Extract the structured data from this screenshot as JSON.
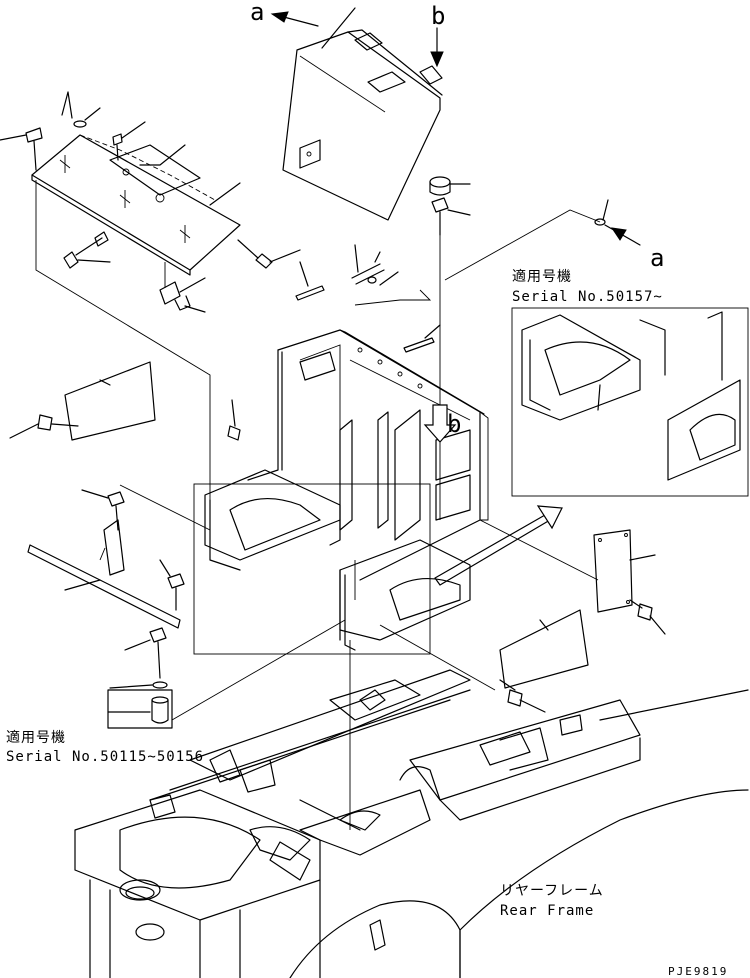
{
  "callouts": {
    "a_top": "a",
    "b_top": "b",
    "a_right": "a",
    "b_center": "b"
  },
  "notes": {
    "serial_new": {
      "line1": "適用号機",
      "line2": "Serial No.50157~"
    },
    "serial_old": {
      "line1": "適用号機",
      "line2": "Serial No.50115~50156"
    },
    "rear_frame": {
      "line1": "リヤーフレーム",
      "line2": "Rear Frame"
    }
  },
  "drawing_code": "PJE9819",
  "colors": {
    "line": "#000000",
    "background": "#ffffff"
  }
}
